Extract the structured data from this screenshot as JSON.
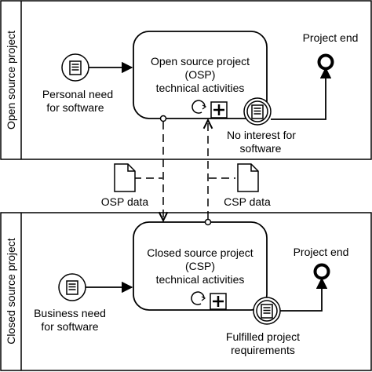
{
  "pools": [
    {
      "label": "Open source project"
    },
    {
      "label": "Closed source project"
    }
  ],
  "osp": {
    "start_event": [
      "Personal need",
      "for software"
    ],
    "task": [
      "Open source project",
      "(OSP)",
      "technical activities"
    ],
    "boundary_event": [
      "No interest for",
      "software"
    ],
    "end_event": "Project end"
  },
  "csp": {
    "start_event": [
      "Business need",
      "for software"
    ],
    "task": [
      "Closed source project",
      "(CSP)",
      "technical activities"
    ],
    "boundary_event": [
      "Fulfilled project",
      "requirements"
    ],
    "end_event": "Project end"
  },
  "data_objects": {
    "osp_data": "OSP data",
    "csp_data": "CSP data"
  }
}
